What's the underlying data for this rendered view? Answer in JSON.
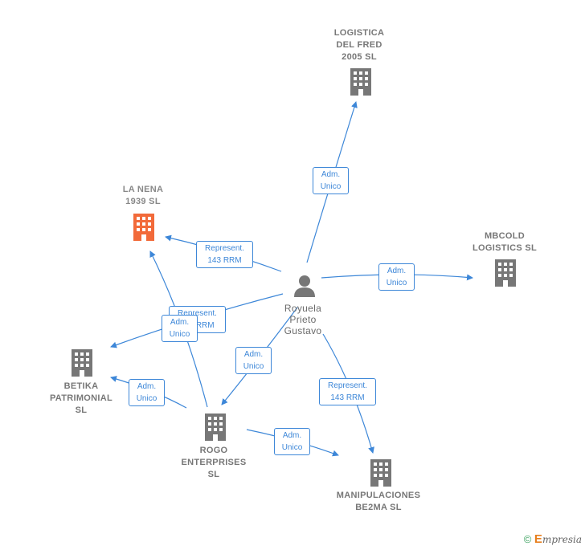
{
  "nodes": {
    "person": {
      "label": "Royuela\nPrieto\nGustavo"
    },
    "logistica": {
      "label": "LOGISTICA\nDEL FRED\n2005 SL"
    },
    "lanena": {
      "label": "LA NENA\n1939  SL"
    },
    "mbcold": {
      "label": "MBCOLD\nLOGISTICS  SL"
    },
    "betika": {
      "label": "BETIKA\nPATRIMONIAL\nSL"
    },
    "rogo": {
      "label": "ROGO\nENTERPRISES\nSL"
    },
    "manipulaciones": {
      "label": "MANIPULACIONES\nBE2MA  SL"
    }
  },
  "edges": {
    "person_logistica": "Adm.\nUnico",
    "person_lanena": "Represent.\n143 RRM",
    "person_mbcold": "Adm.\nUnico",
    "person_betika": "Represent.\n143 RRM",
    "rogo_lanena": "Adm.\nUnico",
    "person_rogo": "Adm.\nUnico",
    "rogo_betika": "Adm.\nUnico",
    "person_manipulaciones": "Represent.\n143 RRM",
    "rogo_manipulaciones": "Adm.\nUnico"
  },
  "colors": {
    "edge": "#3d87d8",
    "building": "#777777",
    "building_main": "#f26a3a",
    "person": "#777777"
  },
  "footer": {
    "copyright": "©",
    "brand_initial": "E",
    "brand_rest": "mpresia"
  }
}
